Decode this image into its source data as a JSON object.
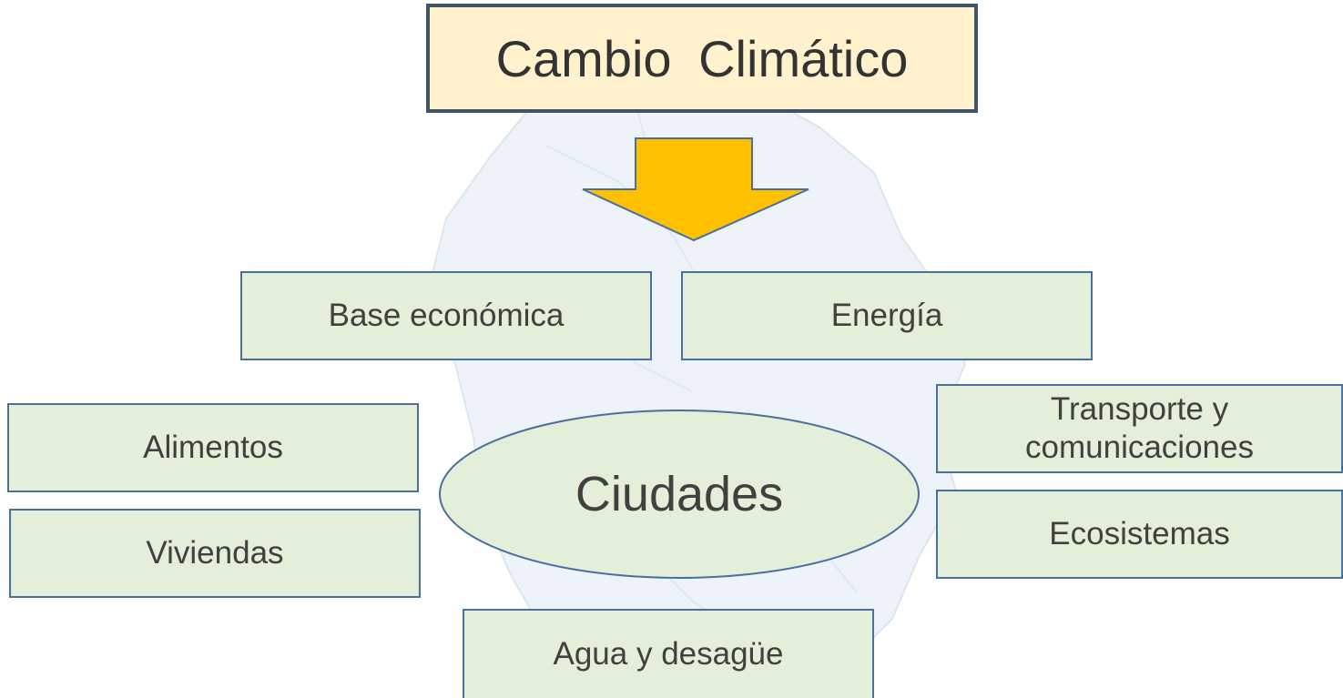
{
  "title": "Cambio  Climático",
  "center": "Ciudades",
  "sectors": {
    "base_economica": "Base económica",
    "energia": "Energía",
    "alimentos": "Alimentos",
    "viviendas": "Viviendas",
    "transporte": "Transporte y comunicaciones",
    "ecosistemas": "Ecosistemas",
    "agua": "Agua y desagüe"
  },
  "colors": {
    "title_fill": "#fff2cc",
    "box_fill": "#e4efd9",
    "box_border": "#4a6fa0",
    "arrow_fill": "#ffc000",
    "map_tint": "#eaf1f8"
  },
  "icons": {
    "arrow": "down-arrow-icon",
    "background": "map-watermark"
  }
}
